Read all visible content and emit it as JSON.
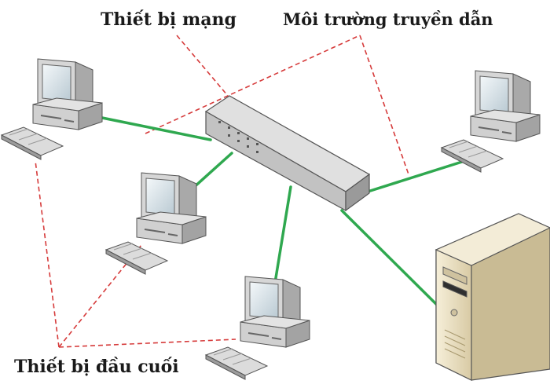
{
  "labels": {
    "network_device": "Thiết bị mạng",
    "transmission_medium": "Môi trường truyền dẫn",
    "end_devices": "Thiết bị đầu cuối"
  },
  "colors": {
    "link": "#2fa84f",
    "callout": "#d63b3b",
    "monitor_body": "#d9d9d9",
    "monitor_screen": "#dde8ee",
    "switch_body": "#bdbdbd",
    "server_body": "#efe6cd"
  },
  "icons": [
    "computer-icon",
    "network-switch-icon",
    "server-icon"
  ]
}
